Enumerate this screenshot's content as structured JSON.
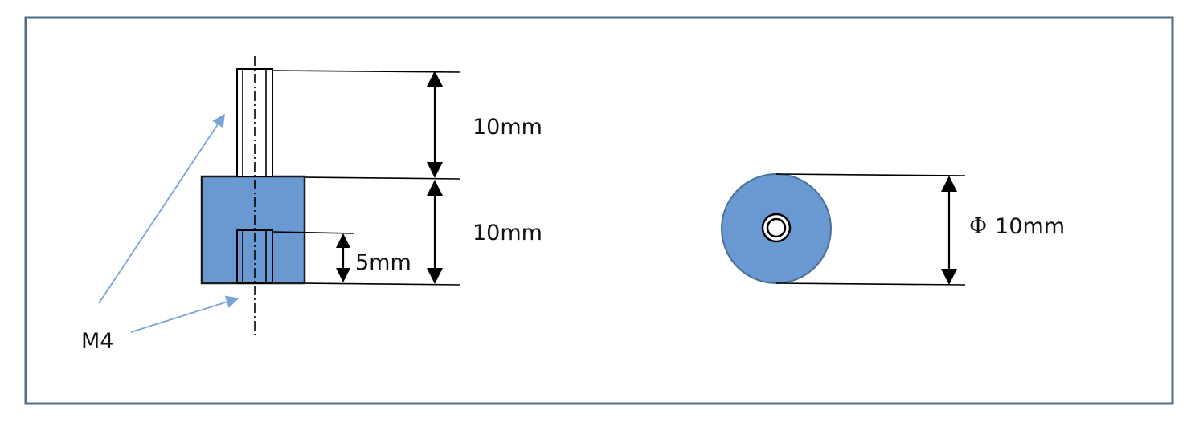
{
  "diagram": {
    "side_view": {
      "stud_height_label": "10mm",
      "body_height_label": "10mm",
      "hole_depth_label": "5mm",
      "thread_label": "M4"
    },
    "end_view": {
      "diameter_symbol": "Φ",
      "diameter_label": "10mm"
    }
  },
  "colors": {
    "frame": "#4f6d8a",
    "body_fill": "#6a98d0",
    "body_stroke": "#1a1a1a",
    "circle_stroke": "#4a6f9a",
    "leader": "#7aa3d6",
    "line": "#000000"
  }
}
